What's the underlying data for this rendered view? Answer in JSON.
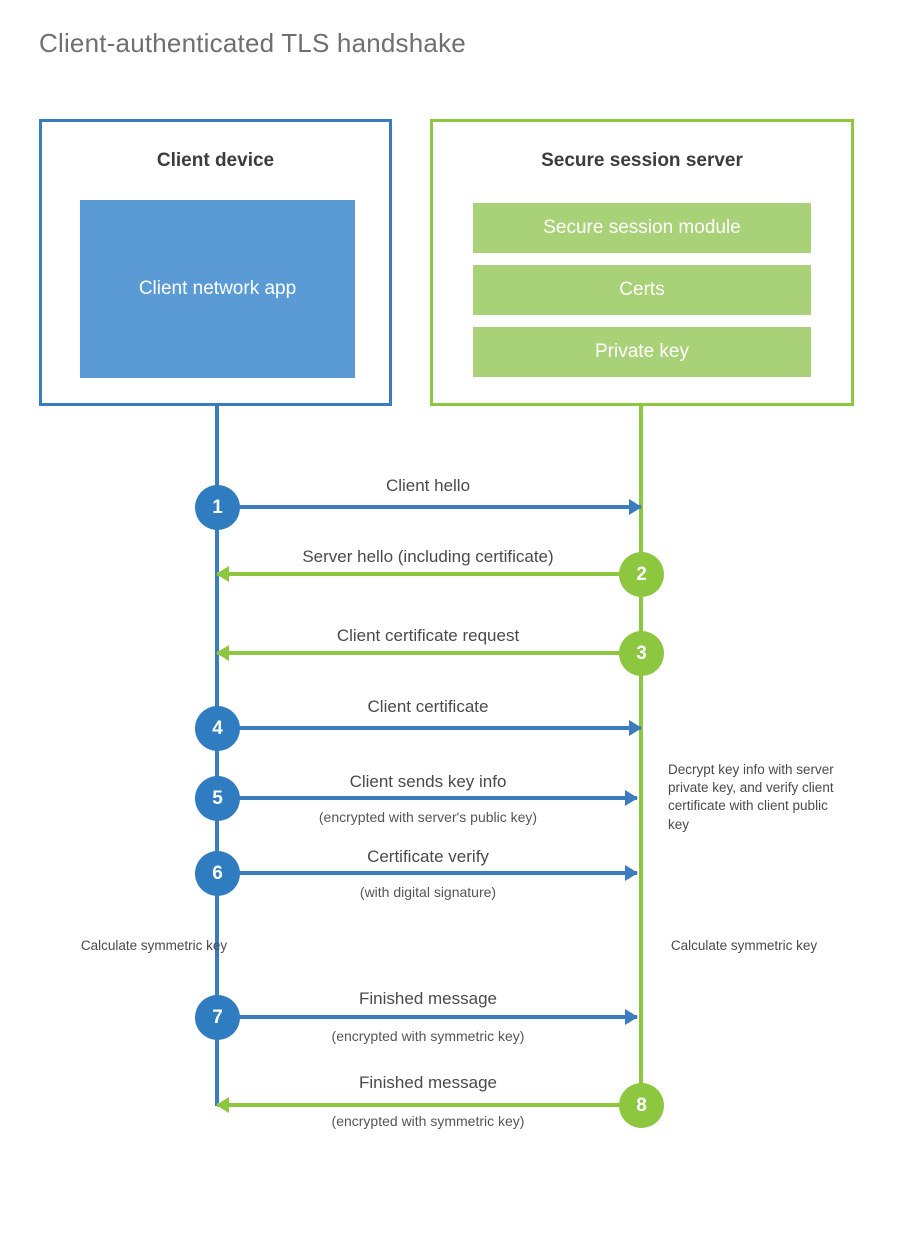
{
  "title": "Client-authenticated TLS handshake",
  "colors": {
    "client_accent": "#3a7cbd",
    "client_circle": "#2f7cc0",
    "client_block": "#5b9bd5",
    "server_accent": "#8dc63f",
    "server_block": "#a9d178",
    "title_text": "#6f6f6f",
    "body_text": "#4a4a4a",
    "background": "#ffffff"
  },
  "actors": {
    "client": {
      "title": "Client device",
      "blocks": [
        {
          "label": "Client network app"
        }
      ]
    },
    "server": {
      "title": "Secure session server",
      "blocks": [
        {
          "label": "Secure session module"
        },
        {
          "label": "Certs"
        },
        {
          "label": "Private key"
        }
      ]
    }
  },
  "steps": [
    {
      "number": "1",
      "label": "Client hello",
      "sublabel": "",
      "direction": "client-to-server"
    },
    {
      "number": "2",
      "label": "Server hello (including certificate)",
      "sublabel": "",
      "direction": "server-to-client"
    },
    {
      "number": "3",
      "label": "Client certificate request",
      "sublabel": "",
      "direction": "server-to-client"
    },
    {
      "number": "4",
      "label": "Client certificate",
      "sublabel": "",
      "direction": "client-to-server"
    },
    {
      "number": "5",
      "label": "Client sends key info",
      "sublabel": "(encrypted with server's public key)",
      "direction": "client-to-server"
    },
    {
      "number": "6",
      "label": "Certificate verify",
      "sublabel": "(with digital signature)",
      "direction": "client-to-server"
    },
    {
      "number": "7",
      "label": "Finished message",
      "sublabel": "(encrypted with symmetric key)",
      "direction": "client-to-server"
    },
    {
      "number": "8",
      "label": "Finished message",
      "sublabel": "(encrypted with symmetric key)",
      "direction": "server-to-client"
    }
  ],
  "notes": {
    "server_decrypt": "Decrypt key info with server private key, and verify client certificate with client public key",
    "client_calculate": "Calculate symmetric key",
    "server_calculate": "Calculate symmetric key"
  }
}
